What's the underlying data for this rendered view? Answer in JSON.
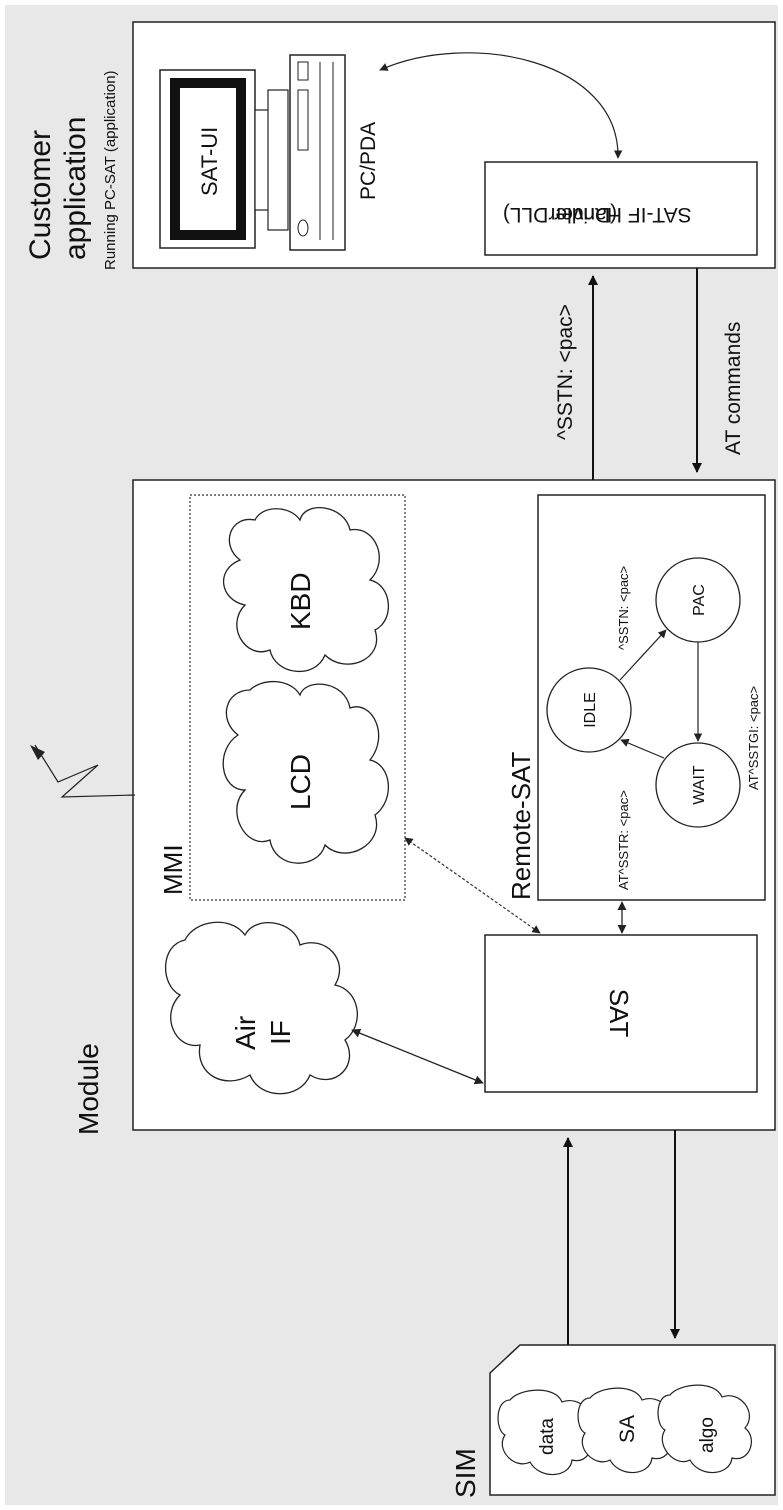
{
  "labels": {
    "customer_title": "Customer",
    "customer_title2": "application",
    "customer_subtitle": "Running PC-SAT (application)",
    "sat_ui": "SAT-UI",
    "pc_pda": "PC/PDA",
    "handler_line1": "SAT-IF Handler",
    "handler_line2": "(Driver DLL)",
    "sstn_arrow": "^SSTN: <pac>",
    "at_commands": "AT commands",
    "mmi": "MMI",
    "kbd": "KBD",
    "lcd": "LCD",
    "remote_sat": "Remote-SAT",
    "idle": "IDLE",
    "pac": "PAC",
    "wait": "WAIT",
    "sstn_inner": "^SSTN: <pac>",
    "sstgi": "AT^SSTGI: <pac>",
    "sstr": "AT^SSTR: <pac>",
    "module": "Module",
    "air_if1": "Air",
    "air_if2": "IF",
    "sat": "SAT",
    "sim": "SIM",
    "data": "data",
    "sa": "SA",
    "algo": "algo"
  },
  "colors": {
    "background": "#e8e8e8",
    "box_fill": "#ffffff",
    "stroke": "#222222"
  }
}
